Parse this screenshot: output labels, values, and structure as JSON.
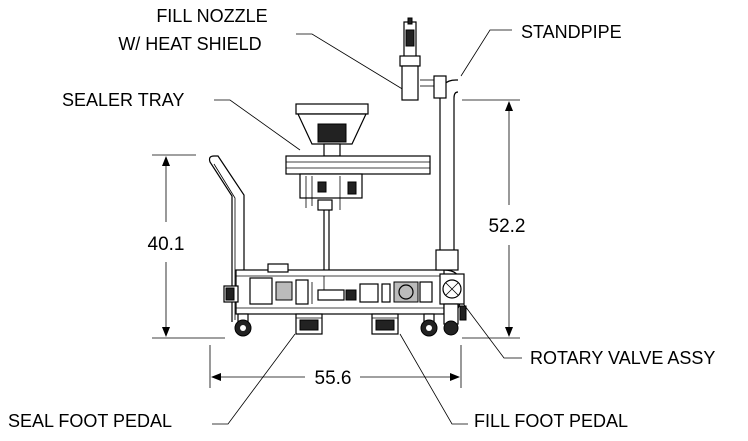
{
  "labels": {
    "fill_nozzle_line1": "FILL NOZZLE",
    "fill_nozzle_line2": "W/ HEAT SHIELD",
    "standpipe": "STANDPIPE",
    "sealer_tray": "SEALER TRAY",
    "rotary_valve": "ROTARY VALVE ASSY",
    "seal_foot_pedal": "SEAL FOOT PEDAL",
    "fill_foot_pedal": "FILL FOOT PEDAL"
  },
  "dimensions": {
    "height_cart": "40.1",
    "height_standpipe": "52.2",
    "width_cart": "55.6"
  }
}
